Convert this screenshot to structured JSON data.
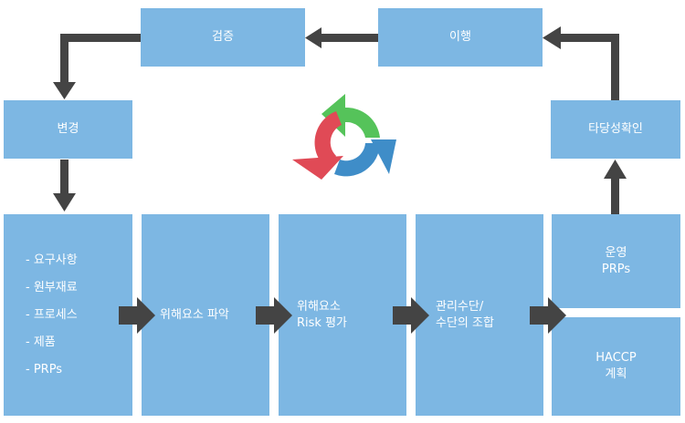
{
  "diagram": {
    "verify": "검증",
    "implement": "이행",
    "change": "변경",
    "validate": "타당성확인",
    "requirements": [
      "요구사항",
      "원부재료",
      "프로세스",
      "제품",
      "PRPs"
    ],
    "hazard_id": "위해요소 파악",
    "risk_eval": [
      "위해요소",
      "Risk 평가"
    ],
    "control": [
      "관리수단/",
      "수단의 조합"
    ],
    "operation": [
      "운영",
      "PRPs"
    ],
    "haccp": [
      "HACCP",
      "계획"
    ]
  },
  "colors": {
    "box": "#7db7e3",
    "arrow": "#444444",
    "cycle": [
      "#55c35a",
      "#3f8dc8",
      "#e04a56"
    ]
  },
  "icons": [
    "cycle-icon"
  ]
}
